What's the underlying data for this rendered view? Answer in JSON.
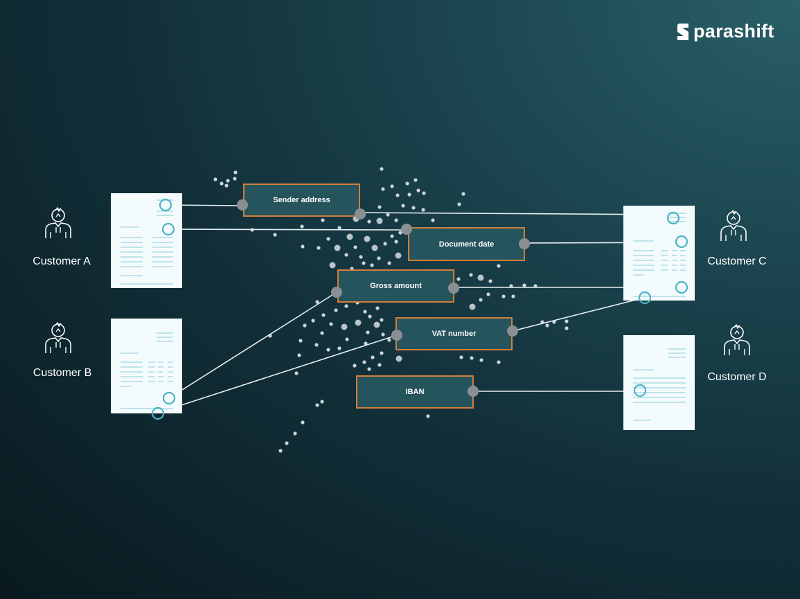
{
  "logo": {
    "text": "parashift",
    "icon": "parashift-s-icon"
  },
  "customers": [
    {
      "id": "a",
      "label": "Customer A"
    },
    {
      "id": "b",
      "label": "Customer B"
    },
    {
      "id": "c",
      "label": "Customer C"
    },
    {
      "id": "d",
      "label": "Customer D"
    }
  ],
  "fields": [
    {
      "id": "sender-address",
      "label": "Sender address"
    },
    {
      "id": "document-date",
      "label": "Document date"
    },
    {
      "id": "gross-amount",
      "label": "Gross amount"
    },
    {
      "id": "vat-number",
      "label": "VAT number"
    },
    {
      "id": "iban",
      "label": "IBAN"
    }
  ],
  "colors": {
    "background_dark": "#0a1a1f",
    "background_light": "#2a5f68",
    "box_fill": "#25545d",
    "box_border": "#d27e3a",
    "connector": "#e8eef0",
    "anchor": "#4bb3c8",
    "node": "#8a8f93",
    "doc_fill": "#f4fbfd",
    "doc_lines": "#bfe3ec"
  }
}
